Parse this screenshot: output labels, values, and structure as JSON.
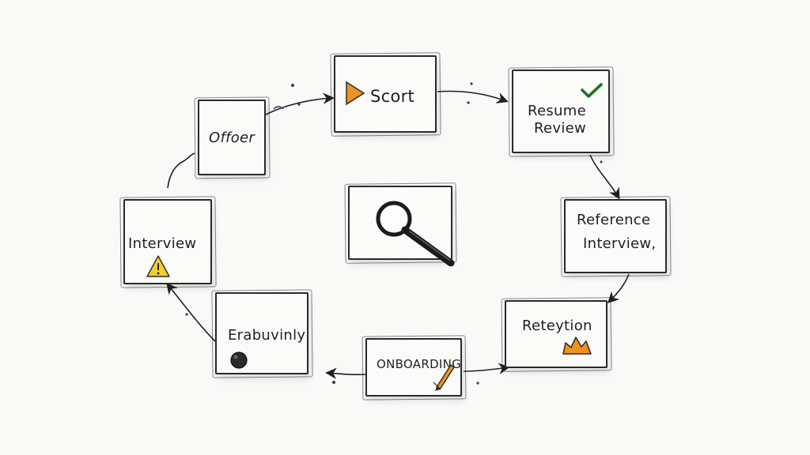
{
  "diagram": {
    "nodes": [
      {
        "id": "start",
        "label": "Scort",
        "icon": "play-triangle-icon"
      },
      {
        "id": "resume",
        "label_line1": "Resume",
        "label_line2": "Review",
        "icon": "checkmark-icon"
      },
      {
        "id": "reference",
        "label_line1": "Reference",
        "label_line2": "Interview,"
      },
      {
        "id": "retention",
        "label": "Reteytion",
        "icon": "crown-flame-icon"
      },
      {
        "id": "onboarding",
        "label": "ONBOARDING",
        "icon": "pen-icon"
      },
      {
        "id": "evaluating",
        "label": "Erabuvinly",
        "icon": "dark-ball-icon"
      },
      {
        "id": "interview",
        "label": "Interview",
        "icon": "warning-triangle-icon"
      },
      {
        "id": "offer",
        "label": "Offoer"
      }
    ],
    "center": {
      "icon": "magnifying-glass-icon"
    },
    "colors": {
      "ink": "#1f1f1f",
      "orange": "#f0921e",
      "yellow": "#f4cf2a",
      "green": "#3f9a3a"
    }
  }
}
